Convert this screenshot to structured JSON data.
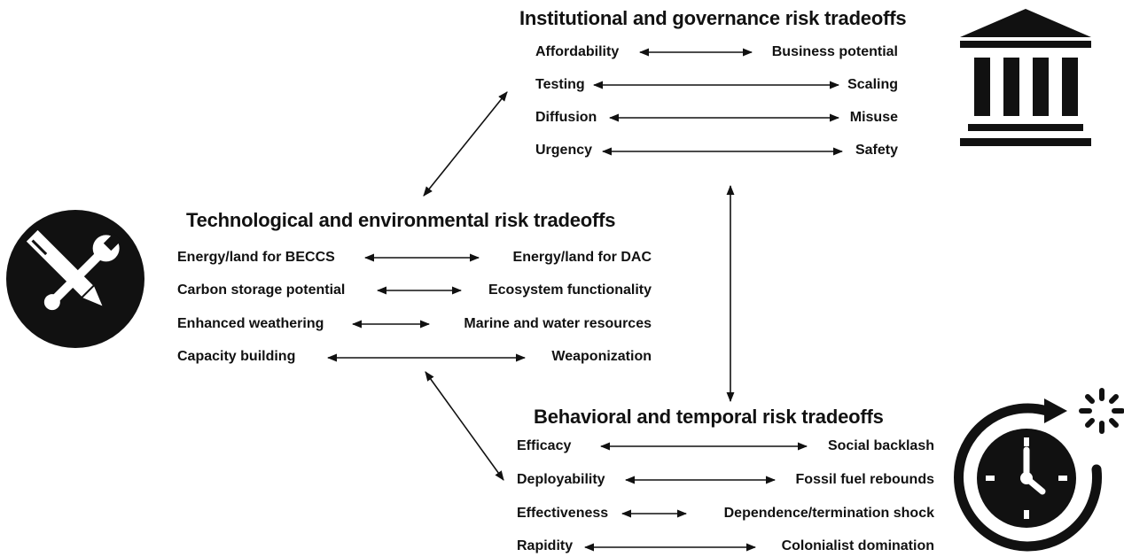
{
  "institutional": {
    "title": "Institutional and governance risk tradeoffs",
    "pairs": [
      {
        "left": "Affordability",
        "right": "Business potential"
      },
      {
        "left": "Testing",
        "right": "Scaling"
      },
      {
        "left": "Diffusion",
        "right": "Misuse"
      },
      {
        "left": "Urgency",
        "right": "Safety"
      }
    ],
    "icon": "government-building-icon"
  },
  "technological": {
    "title": "Technological and environmental risk tradeoffs",
    "pairs": [
      {
        "left": "Energy/land for BECCS",
        "right": "Energy/land for DAC"
      },
      {
        "left": "Carbon storage potential",
        "right": "Ecosystem functionality"
      },
      {
        "left": "Enhanced weathering",
        "right": "Marine and water resources"
      },
      {
        "left": "Capacity building",
        "right": "Weaponization"
      }
    ],
    "icon": "wrench-and-pencil-icon"
  },
  "behavioral": {
    "title": "Behavioral and temporal risk tradeoffs",
    "pairs": [
      {
        "left": "Efficacy",
        "right": "Social backlash"
      },
      {
        "left": "Deployability",
        "right": "Fossil fuel rebounds"
      },
      {
        "left": "Effectiveness",
        "right": "Dependence/termination shock"
      },
      {
        "left": "Rapidity",
        "right": "Colonialist domination"
      }
    ],
    "icon": "clock-with-circular-arrow-icon"
  },
  "colors": {
    "ink": "#111111",
    "icon_fill": "#111111",
    "background": "#ffffff"
  }
}
